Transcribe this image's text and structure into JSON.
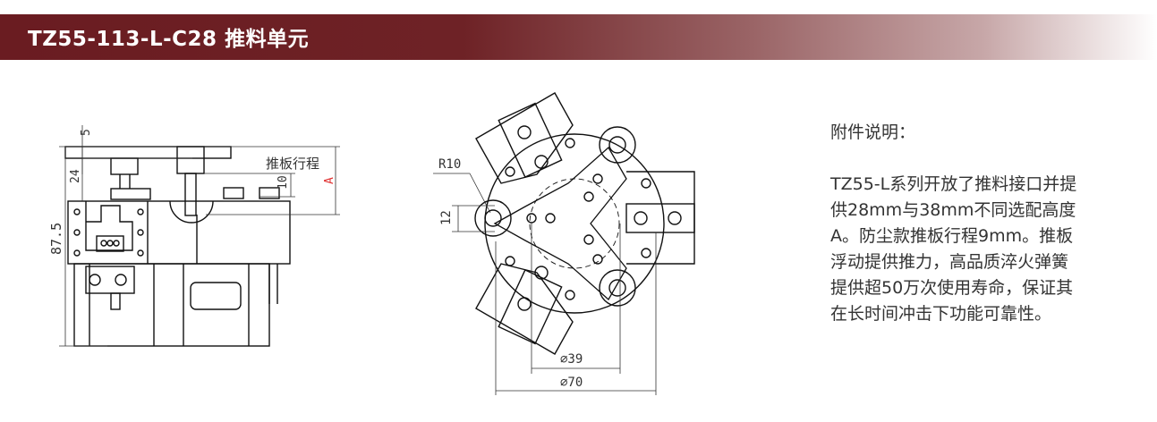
{
  "header": {
    "title": "TZ55-113-L-C28 推料单元"
  },
  "side_view": {
    "dim_5": "5",
    "dim_24": "24",
    "dim_10": "10",
    "dim_87_5": "87.5",
    "label_stroke": "推板行程",
    "label_A": "A",
    "label_A_color": "#e03030"
  },
  "top_view": {
    "dim_R10": "R10",
    "dim_12": "12",
    "dim_d39": "⌀39",
    "dim_d70": "⌀70"
  },
  "description": {
    "heading": "附件说明：",
    "lines": [
      "TZ55-L系列开放了推料接口并提",
      "供28mm与38mm不同选配高度",
      "A。防尘款推板行程9mm。推板",
      "浮动提供推力，高品质淬火弹簧",
      "提供超50万次使用寿命，保证其",
      "在长时间冲击下功能可靠性。"
    ]
  }
}
